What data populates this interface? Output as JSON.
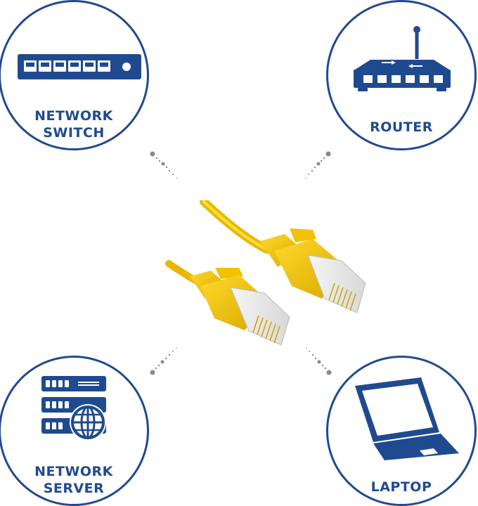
{
  "nodes": {
    "switch": {
      "label_line1": "NETWORK",
      "label_line2": "SWITCH",
      "icon": "network-switch-icon"
    },
    "router": {
      "label": "ROUTER",
      "icon": "router-icon"
    },
    "server": {
      "label_line1": "NETWORK",
      "label_line2": "SERVER",
      "icon": "server-rack-icon"
    },
    "laptop": {
      "label": "LAPTOP",
      "icon": "laptop-icon"
    }
  },
  "center": {
    "icon": "ethernet-cable-icon"
  },
  "colors": {
    "accent": "#1f4a8f",
    "cable": "#f2c200",
    "connector_dots": "#8a8a8a"
  }
}
